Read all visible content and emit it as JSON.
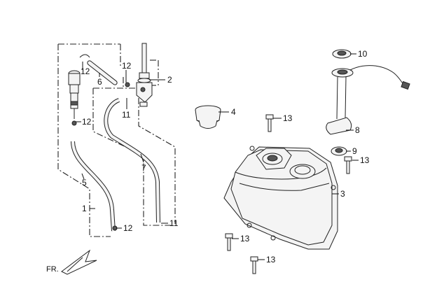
{
  "callouts": {
    "c1": "1",
    "c2": "2",
    "c3": "3",
    "c4": "4",
    "c5": "5",
    "c6": "6",
    "c7": "7",
    "c8": "8",
    "c9": "9",
    "c10": "10",
    "c11a": "11",
    "c11b": "11",
    "c12a": "12",
    "c12b": "12",
    "c12c": "12",
    "c12d": "12",
    "c13a": "13",
    "c13b": "13",
    "c13c": "13",
    "c13d": "13"
  },
  "direction_label": "FR."
}
